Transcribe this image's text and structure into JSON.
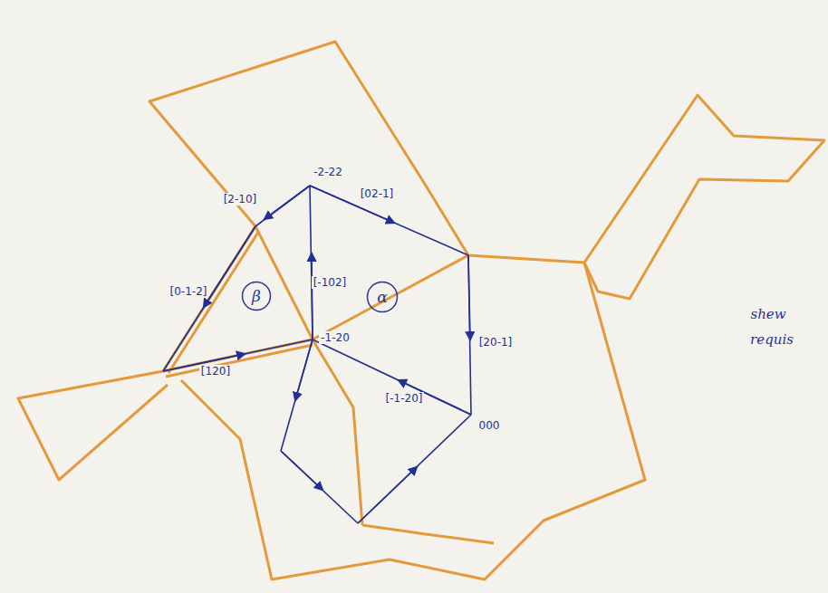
{
  "diagram": {
    "nodes": [
      {
        "text": [
          "β"
        ]
      },
      {
        "text": [
          "α"
        ]
      }
    ],
    "labels": [
      "[2-10]",
      "-2-22",
      "[02-1]",
      "[0-1-2]",
      "[-102]",
      "[120]",
      "[20-1]",
      "[-1-20]",
      "-1-20",
      "000",
      "shew",
      "requis"
    ]
  }
}
